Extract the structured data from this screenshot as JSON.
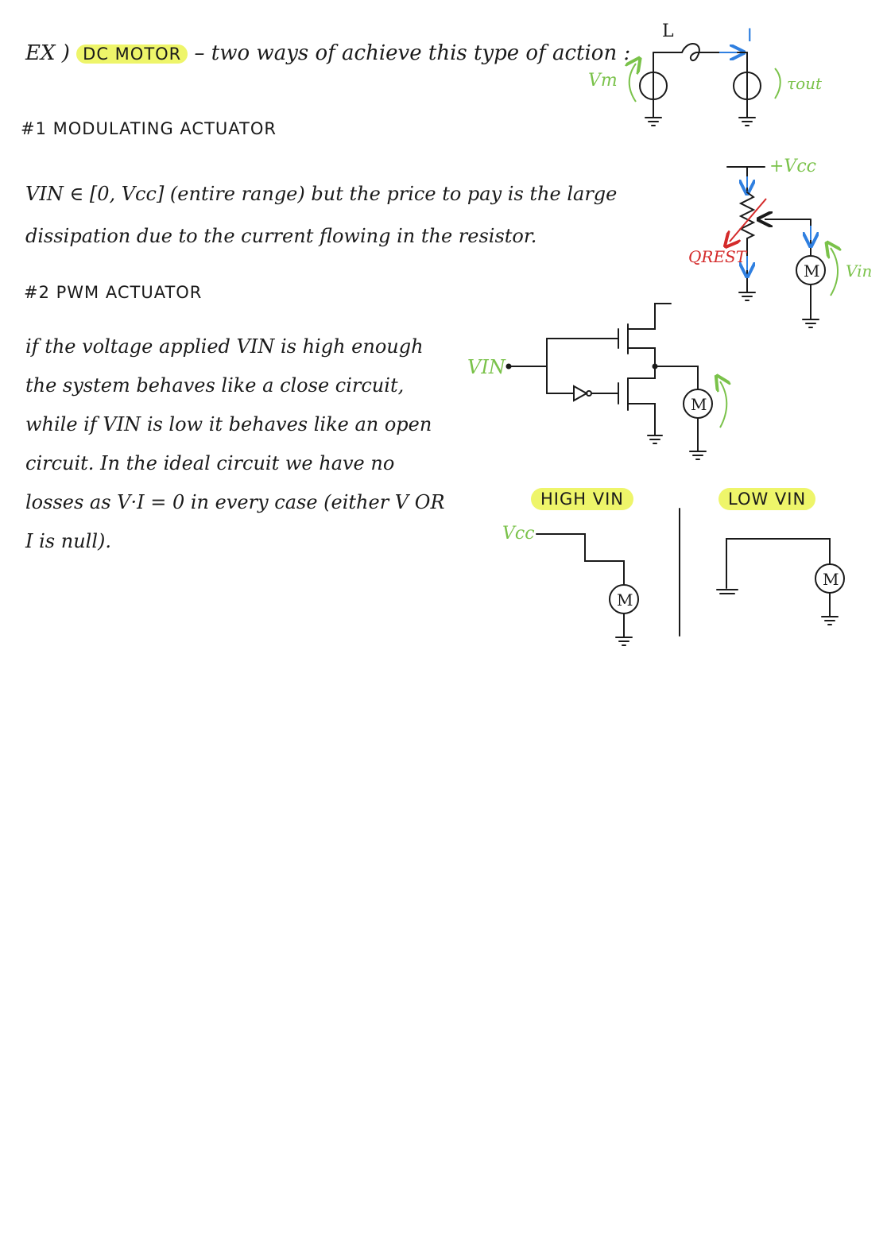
{
  "header": {
    "prefix": "EX )",
    "highlight": "DC MOTOR",
    "rest": "– two ways of achieve this type of action :"
  },
  "section1": {
    "heading": "#1 MODULATING ACTUATOR",
    "text": "VIN ∈ [0, Vcc] (entire range) but the price to pay is the large dissipation due to the current flowing in the resistor."
  },
  "section2": {
    "heading": "#2 PWM ACTUATOR",
    "text": "if the voltage applied VIN is high enough the system behaves like a close circuit, while if VIN is low it behaves like an open circuit. In the ideal circuit we have no losses as V·I = 0 in every case (either V OR I is null)."
  },
  "diagram_motor": {
    "inductor_label": "L",
    "current_label": "I",
    "vm_label": "Vm",
    "out_label": "τout"
  },
  "diagram_modulating": {
    "vcc_label": "+Vcc",
    "q_label": "QREST",
    "vin_label": "Vin",
    "motor_label": "M"
  },
  "diagram_pwm": {
    "vin_label": "VIN",
    "motor_label": "M"
  },
  "states": {
    "high_label": "HIGH VIN",
    "low_label": "LOW VIN",
    "vcc_label": "Vcc",
    "motor_label": "M"
  },
  "colors": {
    "highlight": "#eef56a",
    "green": "#7ac24a",
    "blue": "#2f7fe0",
    "red": "#d42a2a",
    "ink": "#1a1a1a"
  }
}
